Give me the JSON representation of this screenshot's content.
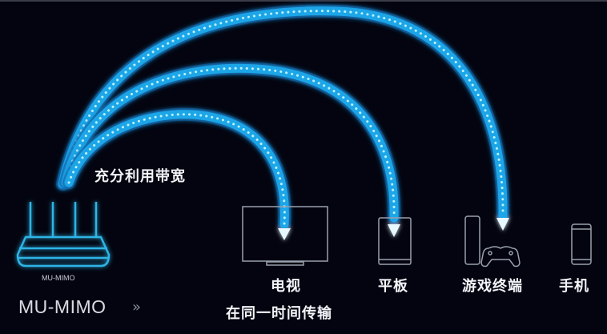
{
  "colors": {
    "background": "#03040f",
    "arc": "#1ea6e8",
    "arc_glow": "#0b5fa8",
    "arc_dot": "#bff0ff",
    "device_outline": "#9aa0ad",
    "router_outline": "#2fb4e6",
    "text": "#f2f4f8"
  },
  "headline": "充分利用带宽",
  "router": {
    "caption": "MU-MIMO",
    "icon": "router-icon"
  },
  "footer": {
    "title": "MU-MIMO",
    "chevron": "»",
    "subtitle": "在同一时间传输"
  },
  "devices": [
    {
      "label": "电视",
      "icon": "tv-icon"
    },
    {
      "label": "平板",
      "icon": "tablet-icon"
    },
    {
      "label": "游戏终端",
      "icon": "game-console-icon"
    },
    {
      "label": "手机",
      "icon": "phone-icon"
    }
  ],
  "streams": [
    {
      "target": "电视"
    },
    {
      "target": "平板"
    },
    {
      "target": "游戏终端"
    }
  ]
}
